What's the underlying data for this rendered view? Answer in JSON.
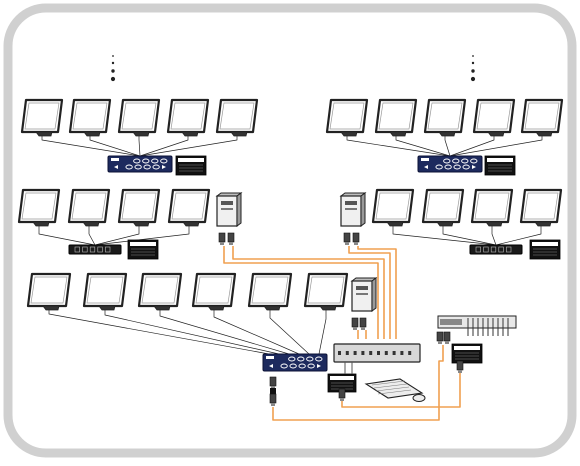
{
  "diagram": {
    "frame": {
      "border_color": "#d0d0d0",
      "background": "#ffffff"
    },
    "colors": {
      "cable_orange": "#f0a050",
      "cable_gray": "#555555",
      "monitor_outline": "#222222",
      "monitor_fill": "#ffffff",
      "switch_navy": "#1d2a5e",
      "switch_black": "#1a1a1a"
    },
    "groups": [
      {
        "id": "top-left-wall",
        "monitor_count": 5,
        "more_indicator": true,
        "switch": "navy-matrix",
        "has_control_panel": true
      },
      {
        "id": "mid-left-row",
        "monitor_count": 4,
        "switch": "black-splitter",
        "has_control_panel": true,
        "has_pc_tower": true
      },
      {
        "id": "bottom-left-row",
        "monitor_count": 6,
        "switch": "navy-matrix",
        "has_control_panel": true,
        "has_pc_tower": true,
        "has_keyboard_mouse": true
      },
      {
        "id": "top-right-wall",
        "monitor_count": 5,
        "more_indicator": true,
        "switch": "navy-matrix",
        "has_control_panel": true
      },
      {
        "id": "mid-right-row",
        "monitor_count": 4,
        "switch": "black-splitter",
        "has_control_panel": true,
        "has_pc_tower": true
      },
      {
        "id": "rack-unit",
        "switch": "rack-patch",
        "has_control_panel": true
      }
    ]
  }
}
